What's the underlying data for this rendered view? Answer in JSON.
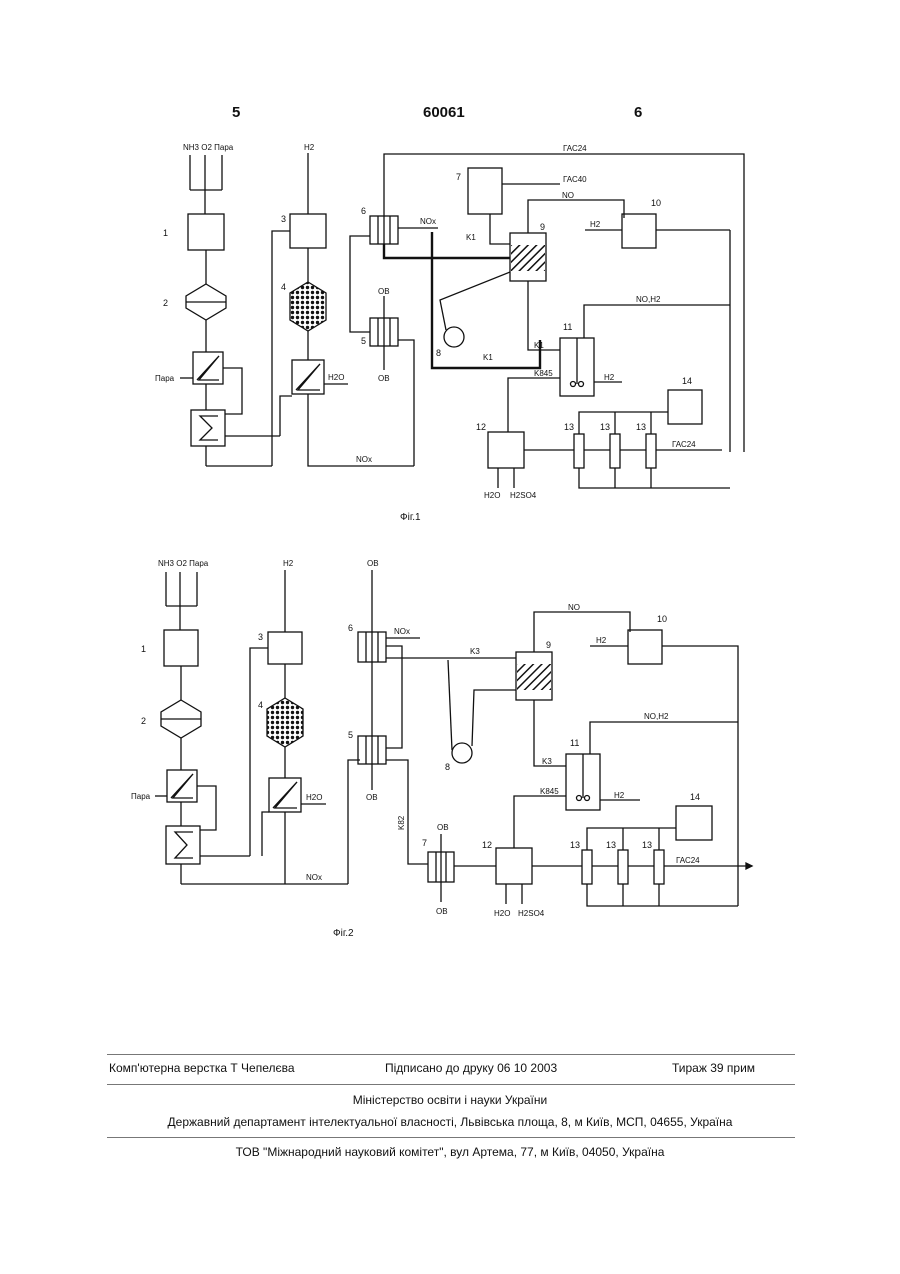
{
  "header": {
    "page_left": "5",
    "patent_number": "60061",
    "page_right": "6"
  },
  "figures": [
    {
      "caption": "Фіг.1",
      "inputs": {
        "left": "NH3 O2 Пара",
        "mid": "H2"
      },
      "labels": {
        "gas_top": "ГАС24",
        "gas_mid": "ГАС40",
        "no": "NO",
        "nox_out": "NOx",
        "k1_a": "K1",
        "k1_b": "K1",
        "k1_c": "K1",
        "nox_bottom": "NOx",
        "h2_10": "H2",
        "no_h2": "NO,H2",
        "k845": "K845",
        "h2_11": "H2",
        "gas_out": "ГАС24",
        "h2o_in": "H2O",
        "h2so4_in": "H2SO4",
        "pair_left": "Пара",
        "h2o_mid": "H2O",
        "ov_top": "OB",
        "ov_bottom": "OB"
      },
      "nums": [
        "1",
        "2",
        "3",
        "4",
        "5",
        "6",
        "7",
        "8",
        "9",
        "10",
        "11",
        "12",
        "13",
        "13",
        "13",
        "14"
      ]
    },
    {
      "caption": "Фіг.2",
      "inputs": {
        "left": "NH3 O2 Пара",
        "mid": "H2",
        "right": "OB"
      },
      "labels": {
        "nox_6": "NOx",
        "k3_a": "K3",
        "k3_b": "K3",
        "no": "NO",
        "h2_10": "H2",
        "no_h2": "NO,H2",
        "k845": "K845",
        "h2_11": "H2",
        "gas_out": "ГАС24",
        "ob_5": "OB",
        "k82": "K82",
        "ob_7_top": "OB",
        "ob_7_bottom": "OB",
        "h2o_in": "H2O",
        "h2so4_in": "H2SO4",
        "pair_left": "Пара",
        "h2o_mid": "H2O",
        "nox_bottom": "NOx"
      },
      "nums": [
        "1",
        "2",
        "3",
        "4",
        "5",
        "6",
        "7",
        "8",
        "9",
        "10",
        "11",
        "12",
        "13",
        "13",
        "13",
        "14"
      ]
    }
  ],
  "footer": {
    "layout": "Комп'ютерна верстка Т  Чепелєва",
    "signed": "Підписано до друку 06 10 2003",
    "circulation": "Тираж 39 прим",
    "ministry": "Міністерство освіти і науки України",
    "department": "Державний департамент інтелектуальної власності, Львівська площа, 8, м  Київ, МСП, 04655, Україна",
    "printer": "ТОВ \"Міжнародний науковий комітет\", вул  Артема, 77, м  Київ, 04050, Україна"
  }
}
